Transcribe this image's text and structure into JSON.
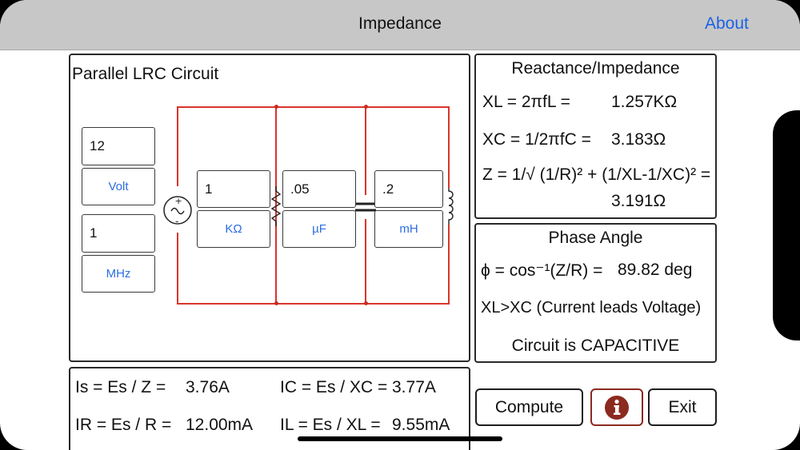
{
  "nav": {
    "title": "Impedance",
    "about": "About"
  },
  "circuit": {
    "title": "Parallel LRC Circuit",
    "voltage": {
      "value": "12",
      "unit": "Volt"
    },
    "frequency": {
      "value": "1",
      "unit": "MHz"
    },
    "resistor": {
      "value": "1",
      "unit": "KΩ"
    },
    "capacitor": {
      "value": ".05",
      "unit": "µF"
    },
    "inductor": {
      "value": ".2",
      "unit": "mH"
    },
    "wire_color": "#d9352b"
  },
  "reactance": {
    "title": "Reactance/Impedance",
    "xl_formula": "XL = 2πfL =",
    "xl_value": "1.257KΩ",
    "xc_formula": "XC = 1/2πfC =",
    "xc_value": "3.183Ω",
    "z_formula": "Z =  1/√ (1/R)² + (1/XL-1/XC)² =",
    "z_value": "3.191Ω"
  },
  "phase": {
    "title": "Phase Angle",
    "phi_formula": "ϕ = cos⁻¹(Z/R) =",
    "phi_value": "89.82 deg",
    "relation": "XL>XC  (Current leads Voltage)",
    "character": "Circuit is CAPACITIVE"
  },
  "currents": {
    "is_label": "Is = Es / Z =",
    "is_value": "3.76A",
    "ir_label": "IR  = Es / R =",
    "ir_value": "12.00mA",
    "ic_label": "IC  = Es / XC =",
    "ic_value": "3.77A",
    "il_label": "IL  = Es / XL =",
    "il_value": "9.55mA"
  },
  "buttons": {
    "compute": "Compute",
    "info_icon": "info-icon",
    "exit": "Exit",
    "info_color": "#8b2a1f"
  }
}
